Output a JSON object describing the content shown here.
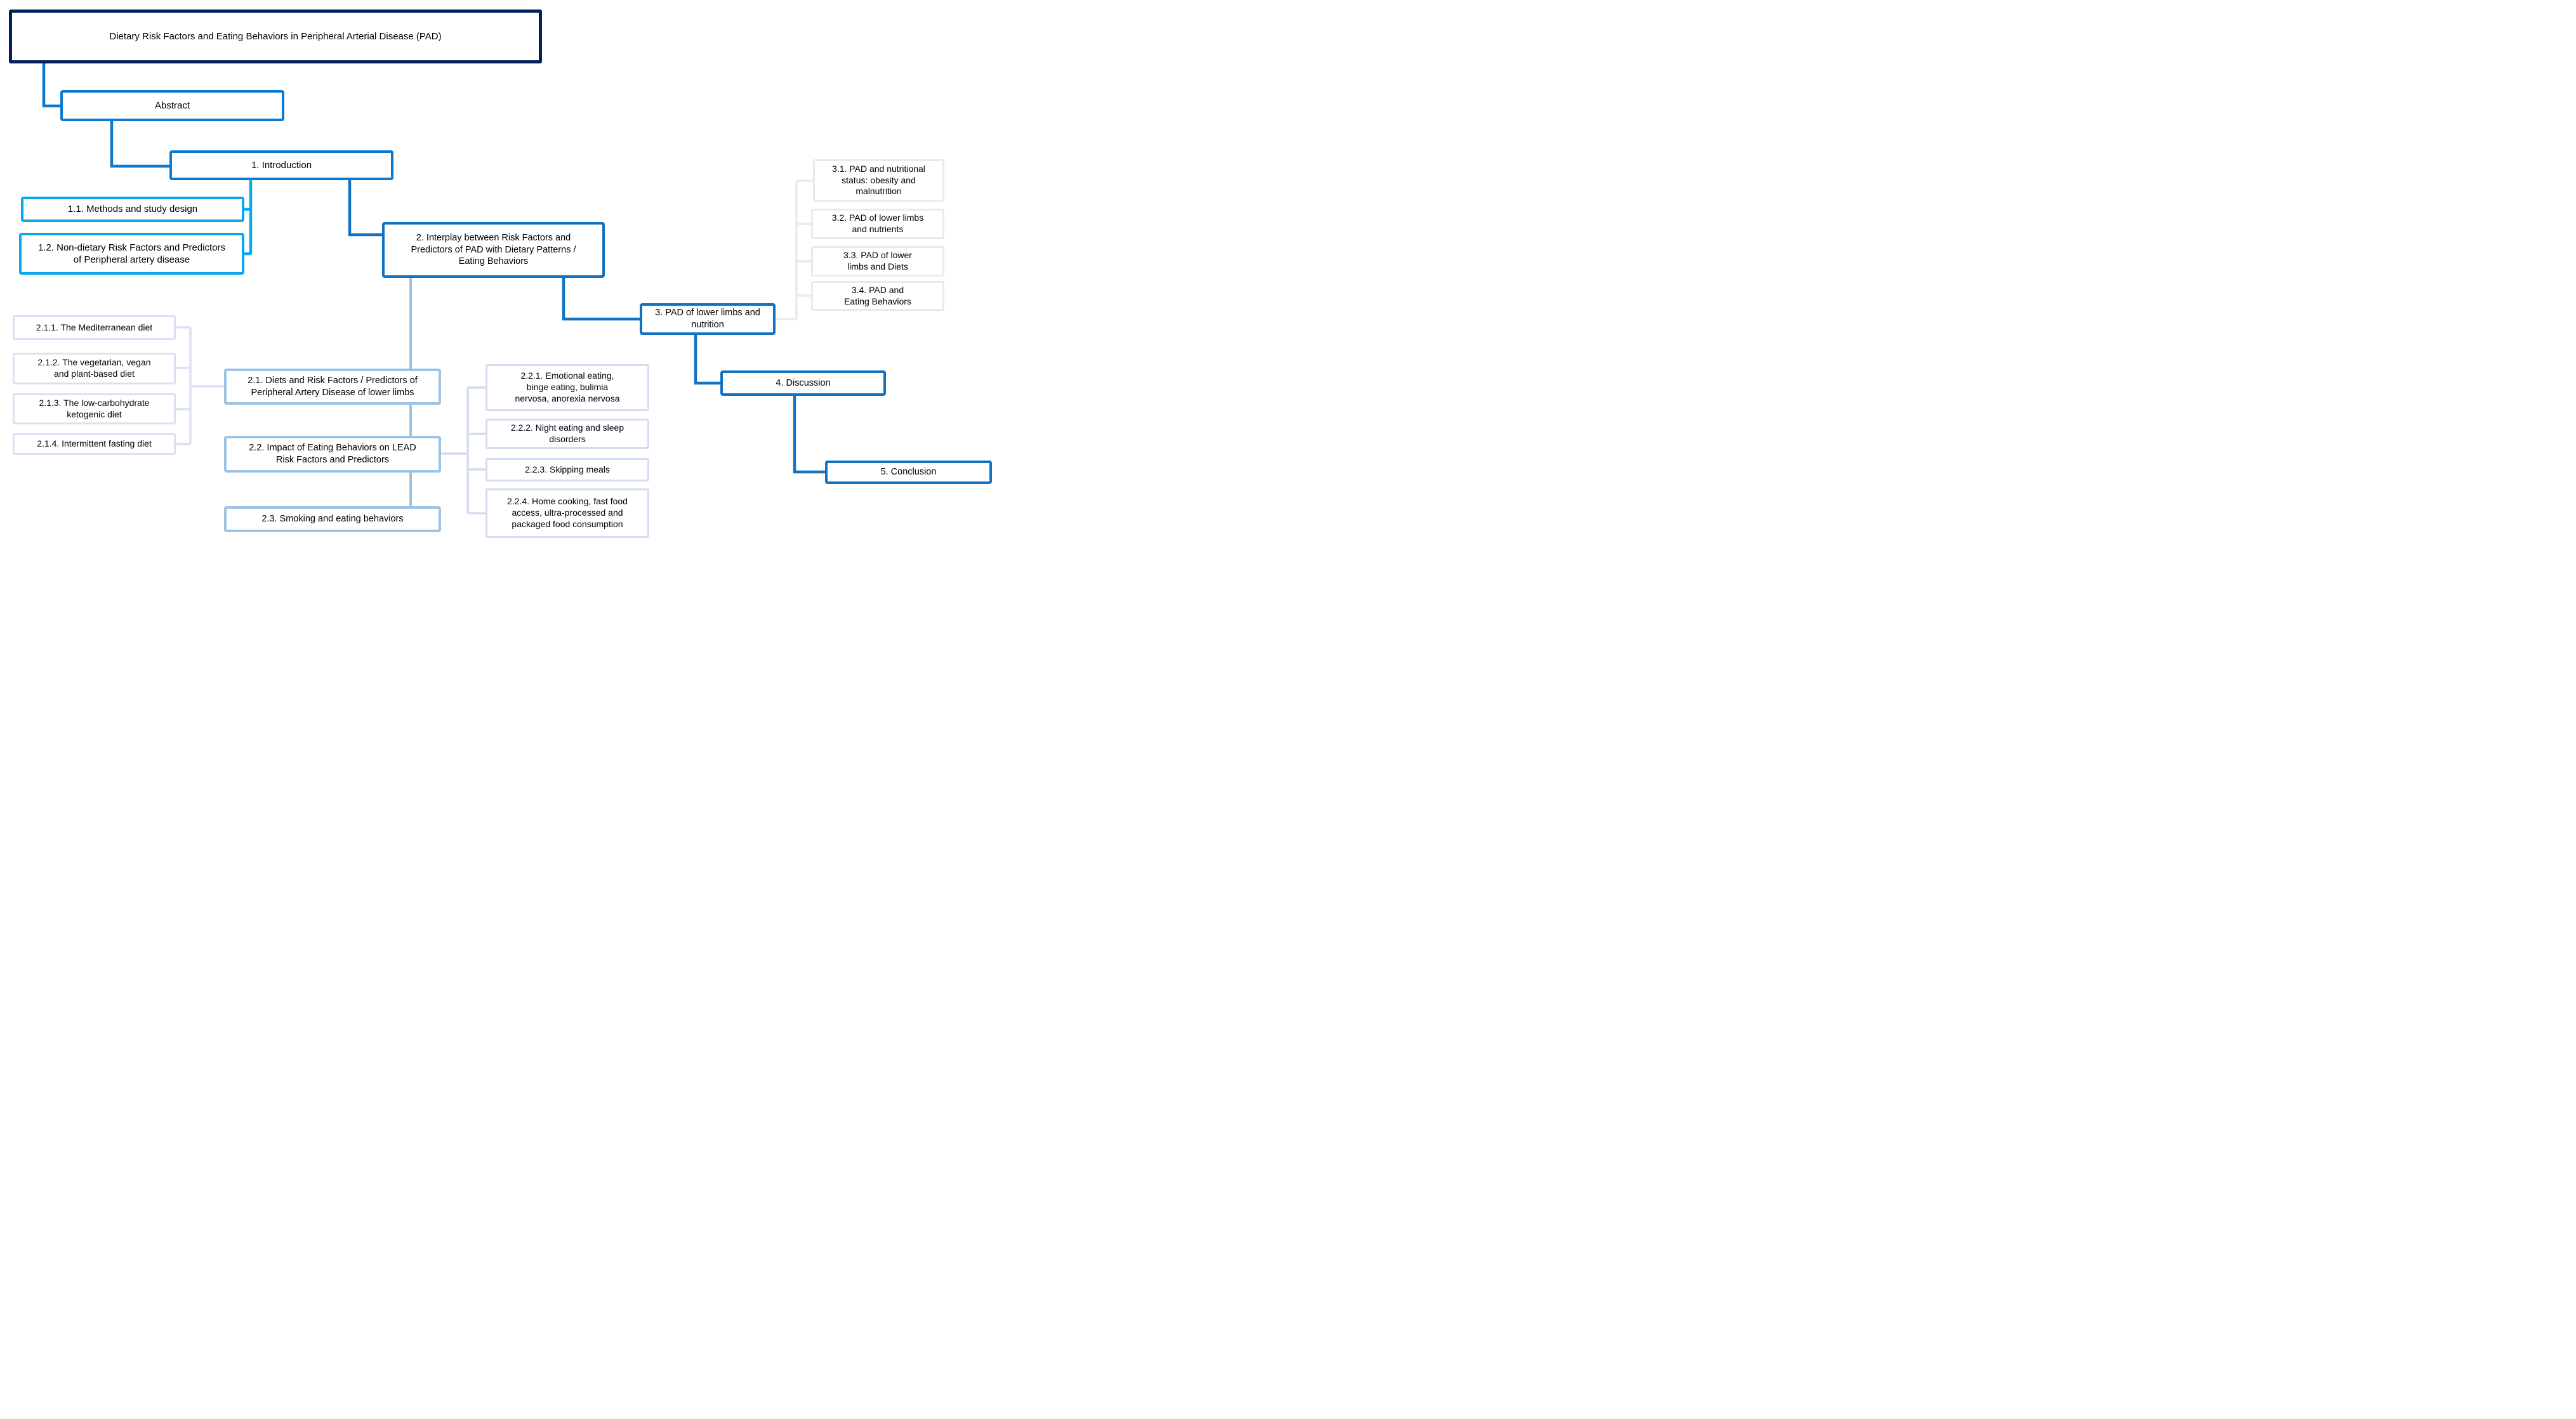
{
  "figure": {
    "type": "hierarchy-flowchart",
    "description_title": "Dietary Risk Factors and Eating Behaviors in Peripheral Arterial Disease (PAD)"
  },
  "palette": {
    "navy": "#02215C",
    "azure": "#0979D2",
    "cyan": "#07A8EE",
    "blue": "#1271C0",
    "soft_blue": "#9CC3E5",
    "lavender": "#D9E1F2",
    "lavender2": "#D3DCF0",
    "light_gray": "#EAEAEC",
    "text": "#000000",
    "background": "#FFFFFF"
  },
  "nodes": {
    "title": {
      "label": "Dietary Risk Factors and Eating Behaviors in Peripheral Arterial Disease (PAD)"
    },
    "abstract": {
      "label": "Abstract"
    },
    "n1": {
      "label": "1. Introduction"
    },
    "n1_1": {
      "label": "1.1. Methods and study design"
    },
    "n1_2": {
      "label": "1.2. Non-dietary Risk Factors and Predictors\nof Peripheral artery disease"
    },
    "n2": {
      "label": "2. Interplay between Risk Factors and\nPredictors of PAD with Dietary Patterns /\nEating Behaviors"
    },
    "n2_1": {
      "label": "2.1. Diets and Risk Factors / Predictors of\nPeripheral Artery Disease of lower limbs"
    },
    "n2_2": {
      "label": "2.2. Impact of Eating Behaviors on LEAD\nRisk Factors and Predictors"
    },
    "n2_3": {
      "label": "2.3. Smoking and eating behaviors"
    },
    "n2_1_1": {
      "label": "2.1.1. The Mediterranean diet"
    },
    "n2_1_2": {
      "label": "2.1.2. The vegetarian, vegan\nand plant-based diet"
    },
    "n2_1_3": {
      "label": "2.1.3. The low-carbohydrate\nketogenic diet"
    },
    "n2_1_4": {
      "label": "2.1.4. Intermittent fasting diet"
    },
    "n2_2_1": {
      "label": "2.2.1. Emotional eating,\nbinge eating, bulimia\nnervosa, anorexia nervosa"
    },
    "n2_2_2": {
      "label": "2.2.2. Night eating and sleep\ndisorders"
    },
    "n2_2_3": {
      "label": "2.2.3. Skipping meals"
    },
    "n2_2_4": {
      "label": "2.2.4. Home cooking, fast food\naccess, ultra-processed and\npackaged food consumption"
    },
    "n3": {
      "label": "3. PAD of lower limbs and\nnutrition"
    },
    "n3_1": {
      "label": "3.1. PAD and nutritional\nstatus: obesity and\nmalnutrition"
    },
    "n3_2": {
      "label": "3.2. PAD of lower limbs\nand nutrients"
    },
    "n3_3": {
      "label": "3.3. PAD of lower\nlimbs and Diets"
    },
    "n3_4": {
      "label": "3.4. PAD and\nEating Behaviors"
    },
    "n4": {
      "label": "4. Discussion"
    },
    "n5": {
      "label": "5. Conclusion"
    }
  }
}
